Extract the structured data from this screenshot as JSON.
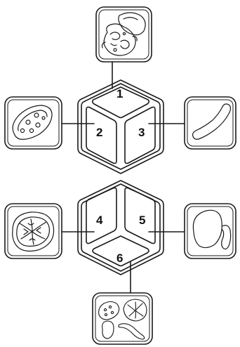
{
  "colors": {
    "line": "#1a1a1a",
    "face_fill": "#ffffff",
    "panel_fill": "#ffffff",
    "page_bg": "#ffffff"
  },
  "cubes": [
    {
      "id": "top-cube",
      "faces": [
        {
          "number": "1",
          "position": "top"
        },
        {
          "number": "2",
          "position": "left"
        },
        {
          "number": "3",
          "position": "right"
        }
      ]
    },
    {
      "id": "bottom-cube",
      "faces": [
        {
          "number": "4",
          "position": "left"
        },
        {
          "number": "5",
          "position": "right"
        },
        {
          "number": "6",
          "position": "bottom"
        }
      ]
    }
  ],
  "panels": [
    {
      "id": "panel-1",
      "linked_face": "1",
      "icon": "curled-mass-icon"
    },
    {
      "id": "panel-2",
      "linked_face": "2",
      "icon": "oval-cell-icon"
    },
    {
      "id": "panel-3",
      "linked_face": "3",
      "icon": "worm-shape-icon"
    },
    {
      "id": "panel-4",
      "linked_face": "4",
      "icon": "cross-section-icon"
    },
    {
      "id": "panel-5",
      "linked_face": "5",
      "icon": "rounded-blob-icon"
    },
    {
      "id": "panel-6",
      "linked_face": "6",
      "icon": "combined-shapes-icon"
    }
  ]
}
